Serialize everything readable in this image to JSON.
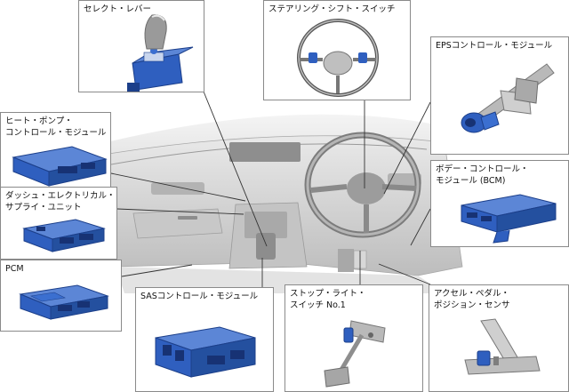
{
  "callouts": {
    "select_lever": "セレクト・レバー",
    "steering_shift_switch": "ステアリング・シフト・スイッチ",
    "eps_control_module": "EPSコントロール・モジュール",
    "heat_pump_module": "ヒート・ポンプ・\nコントロール・モジュール",
    "dash_electrical_supply": "ダッシュ・エレクトリカル・\nサプライ・ユニット",
    "bcm": "ボデー・コントロール・\nモジュール (BCM)",
    "pcm": "PCM",
    "sas_control_module": "SASコントロール・モジュール",
    "stop_light_switch": "ストップ・ライト・\nスイッチ No.1",
    "accel_pedal_sensor": "アクセル・ペダル・\nポジション・センサ"
  },
  "colors": {
    "module_blue": "#2f5fbf",
    "module_blue_dark": "#1c3f8a",
    "leader_line": "#333333",
    "interior_gray": "#d6d6d6"
  }
}
